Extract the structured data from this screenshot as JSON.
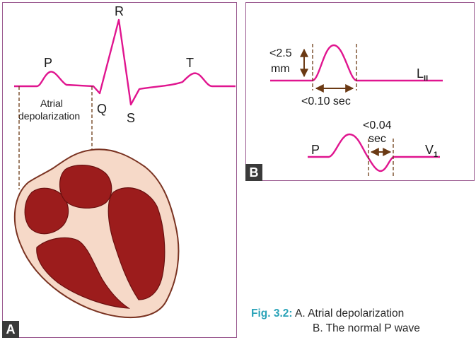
{
  "panel_a": {
    "letter": "A",
    "labels": {
      "P": "P",
      "Q": "Q",
      "R": "R",
      "S": "S",
      "T": "T"
    },
    "annotation_line1": "Atrial",
    "annotation_line2": "depolarization"
  },
  "panel_b": {
    "letter": "B",
    "amplitude_line1": "<2.5",
    "amplitude_line2": "mm",
    "lead_top": "L",
    "lead_top_sub": "II",
    "duration_label": "<0.10 sec",
    "neg_line1": "<0.04",
    "neg_line2": "sec",
    "p_label": "P",
    "lead_bottom": "V",
    "lead_bottom_sub": "1"
  },
  "caption": {
    "fig_label": "Fig. 3.2:",
    "item_a": "A.  Atrial depolarization",
    "item_b": "B.  The normal P wave"
  },
  "colors": {
    "wave": "#e0158f",
    "frame": "#9a5a90",
    "heart_outer": "#f6d9c8",
    "heart_border": "#7a3322",
    "chamber": "#9c1c1c",
    "arrow": "#6b3a14",
    "caption_accent": "#2aa3b8"
  }
}
